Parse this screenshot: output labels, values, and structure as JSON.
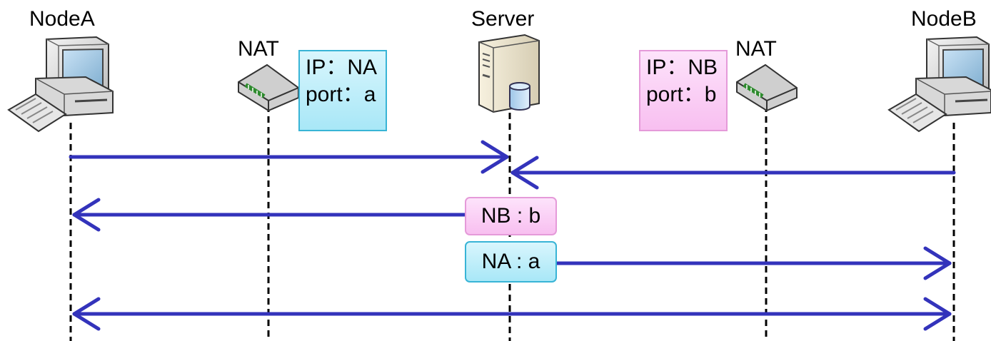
{
  "nodes": {
    "nodeA": "NodeA",
    "natA": "NAT",
    "server": "Server",
    "natB": "NAT",
    "nodeB": "NodeB"
  },
  "nat_a_box": {
    "line1": "IP：NA",
    "line2": "port：a"
  },
  "nat_b_box": {
    "line1": "IP：NB",
    "line2": "port：b"
  },
  "messages": {
    "to_nodeA": "NB : b",
    "to_nodeB": "NA : a"
  },
  "colors": {
    "arrow": "#3333bb",
    "cyan_fill": "#a8e7f7",
    "cyan_border": "#38b4d6",
    "pink_fill": "#f8bff0",
    "pink_border": "#e59ad9"
  }
}
